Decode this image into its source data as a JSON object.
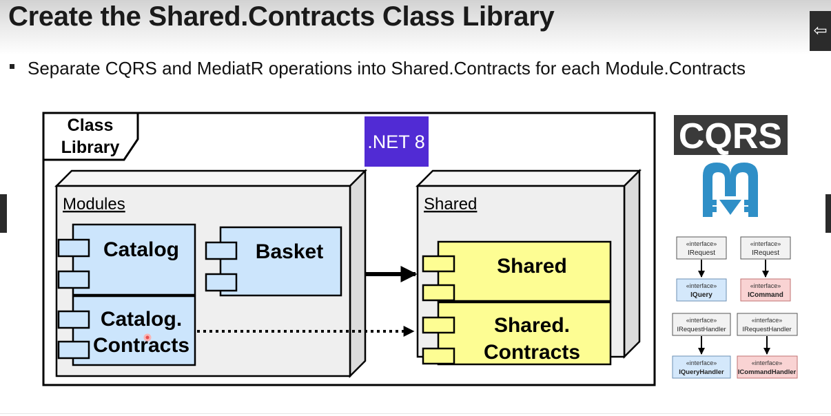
{
  "slide": {
    "title": "Create the Shared.Contracts Class Library",
    "bullet": "Separate CQRS and MediatR operations into Shared.Contracts for each Module.Contracts",
    "back_icon": "⇦"
  },
  "diagram": {
    "frame_label_line1": "Class",
    "frame_label_line2": "Library",
    "dotnet_badge": ".NET 8",
    "modules_node": "Modules",
    "shared_node": "Shared",
    "components": {
      "catalog": "Catalog",
      "basket": "Basket",
      "catalog_contracts_line1": "Catalog.",
      "catalog_contracts_line2": "Contracts",
      "shared": "Shared",
      "shared_contracts_line1": "Shared.",
      "shared_contracts_line2": "Contracts"
    }
  },
  "logos": {
    "cqrs": "CQRS"
  },
  "interfaces": {
    "stereotype": "«interface»",
    "request_left": "IRequest",
    "request_right": "IRequest",
    "query": "IQuery",
    "command": "ICommand",
    "handler_left": "IRequestHandler",
    "handler_right": "IRequestHandler",
    "query_handler": "IQueryHandler",
    "command_handler": "ICommandHandler"
  },
  "colors": {
    "component_blue": "#cce5fc",
    "component_yellow": "#fdfd93",
    "node_fill": "#efefef",
    "dotnet_purple": "#512bd4",
    "mediatr_blue": "#2f8fc7",
    "iface_gray": "#f2f2f2",
    "iface_blue": "#d4e8fb",
    "iface_red": "#f9d3d3"
  }
}
